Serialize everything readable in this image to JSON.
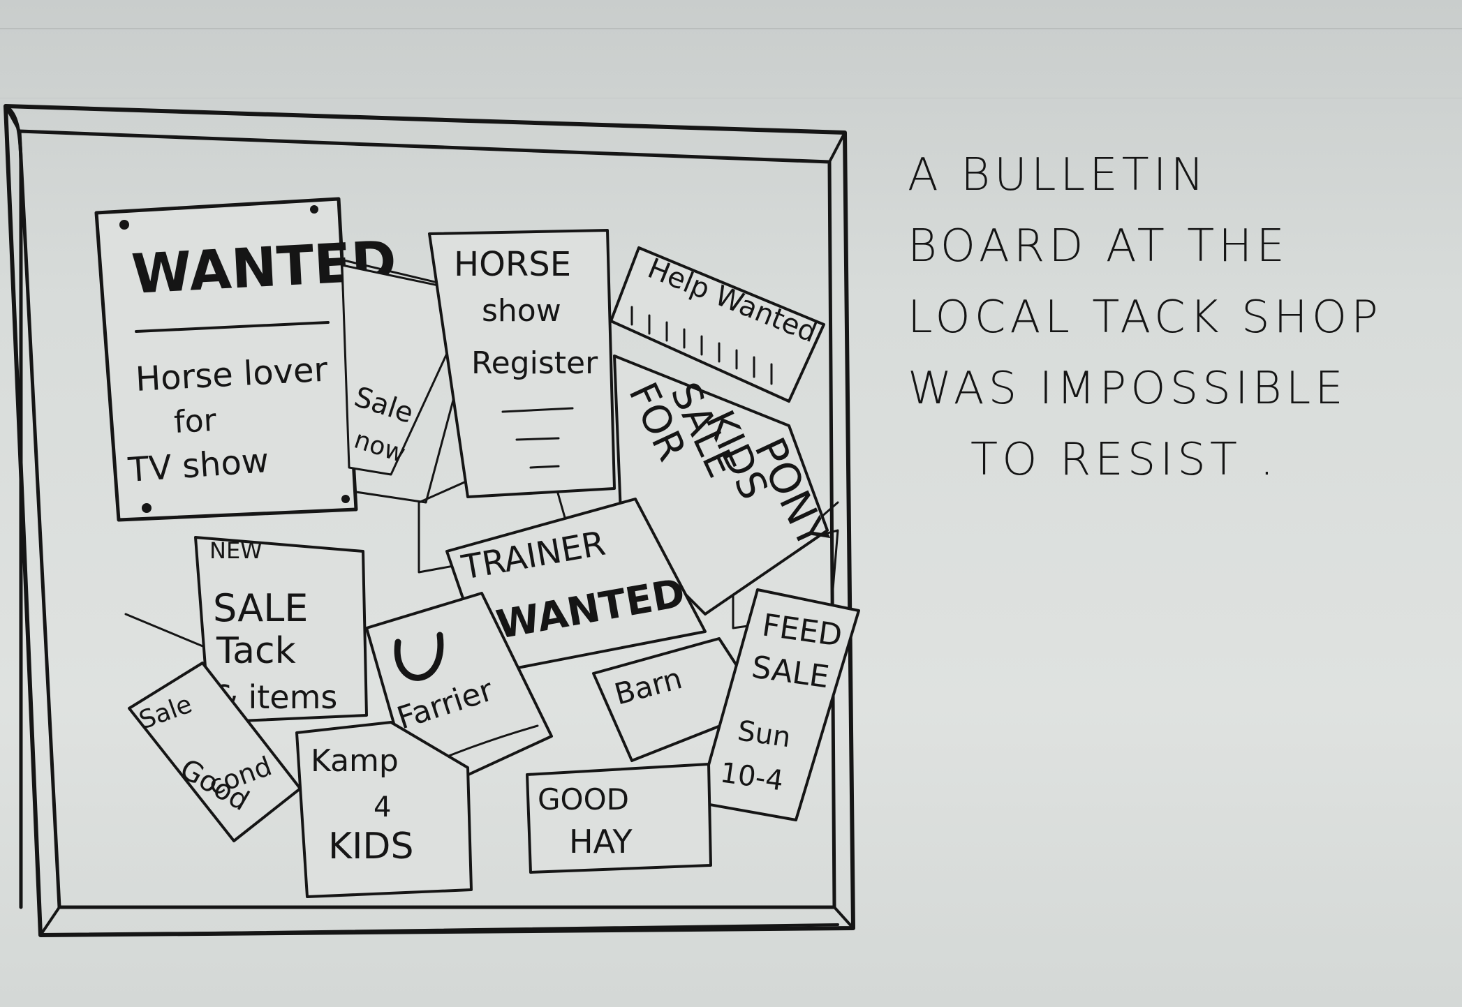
{
  "caption": {
    "line1": "A BULLETIN",
    "line2": "BOARD AT THE",
    "line3": "LOCAL TACK SHOP",
    "line4": "WAS IMPOSSIBLE",
    "line5": "TO RESIST ."
  },
  "notices": {
    "wanted_title": "WANTED",
    "wanted_body1": "Horse lover",
    "wanted_body2": "for",
    "wanted_body3": "TV show",
    "horse_show1": "HORSE",
    "horse_show2": "show",
    "horse_show3": "Register",
    "help_wanted": "Help Wanted",
    "pony1": "FOR",
    "pony2": "SALE",
    "pony3": "KIDS",
    "pony4": "PONY",
    "sale_small1": "Sale",
    "sale_small2": "now",
    "trainer1": "TRAINER",
    "trainer2": "WANTED",
    "tack1": "SALE",
    "tack2": "Tack",
    "tack3": "& items",
    "farrier": "Farrier",
    "barn": "Barn",
    "feed1": "FEED",
    "feed2": "SALE",
    "feed3": "Sun",
    "feed4": "10-4",
    "good_cond1": "Sale",
    "good_cond2": "Good",
    "good_cond3": "cond",
    "kamp1": "Kamp",
    "kamp2": "4",
    "kamp3": "KIDS",
    "hay1": "GOOD",
    "hay2": "HAY"
  }
}
